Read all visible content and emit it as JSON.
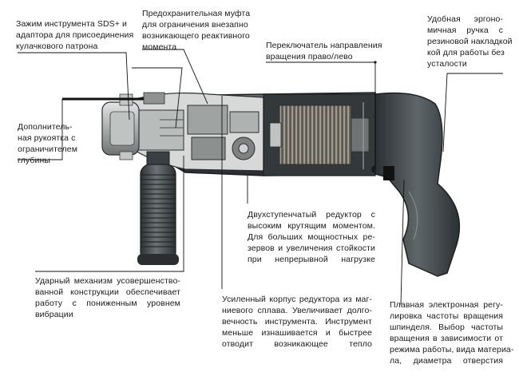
{
  "callouts": {
    "sds_clamp": [
      "Зажим инструмента SDS+ и",
      "адаптора для присоединения",
      "кулачкового патрона"
    ],
    "safety_clutch": [
      "Предохранительная муфта",
      "для ограничения внезапно",
      "возникающего реактивного",
      "момента"
    ],
    "reverse_switch": [
      "Переключатель направления",
      "вращения право/лево"
    ],
    "ergonomic_handle": [
      "Удобная эргоно-",
      "мичная ручка с",
      "резиновой накладкой",
      "кой для работы без",
      "усталости"
    ],
    "aux_handle": [
      "Дополнитель-",
      "ная рукоятка с",
      "ограничителем",
      "глубины"
    ],
    "two_stage_gearbox": [
      "Двухступенчатый редуктор с",
      "высоким крутящим моментом.",
      "Для больших мощностных ре-",
      "зервов и увеличения стойкости",
      "при непрерывной нагрузке"
    ],
    "impact_mechanism": [
      "Ударный механизм усовершенство-",
      "ванной конструкции обеспечивает",
      "работу с пониженным уровнем",
      "вибрации"
    ],
    "gearbox_housing": [
      "Усиленный корпус редуктора из маг-",
      "ниевого сплава. Увеличивает долго-",
      "вечность инструмента. Инструмент",
      "меньше изнашивается и быстрее",
      "отводит возникающее тепло"
    ],
    "electronic_speed": [
      "Плавная электронная регу-",
      "лировка частоты вращения",
      "шпинделя. Выбор частоты",
      "вращения в зависимости от",
      "режима работы, вида материа-",
      "ла, диаметра отверстия"
    ]
  },
  "colors": {
    "body_dark": "#3a3f43",
    "body_mid": "#5b6266",
    "chuck": "#c9cccc",
    "leader": "#111111",
    "copper": "#8f8a80"
  }
}
